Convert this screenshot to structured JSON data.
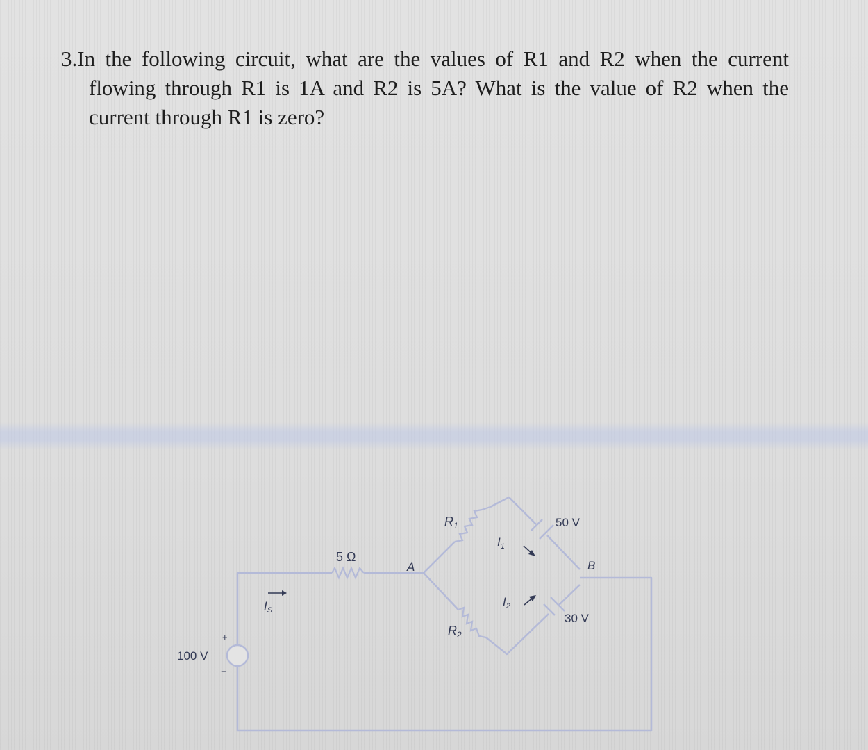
{
  "question": {
    "line1": "3.In the following circuit, what are the values of R1 and R2 when the current",
    "line2": "flowing through R1 is 1A and R2 is 5A? What is the value of R2 when the",
    "line3": "current through R1 is zero?"
  },
  "circuit": {
    "source_label": "100 V",
    "source_plus": "+",
    "source_minus": "−",
    "series_resistor_label": "5 Ω",
    "source_current_label": "I",
    "source_current_sub": "S",
    "node_a_label": "A",
    "node_b_label": "B",
    "r1_label": "R",
    "r1_sub": "1",
    "r2_label": "R",
    "r2_sub": "2",
    "battery_top_label": "50 V",
    "battery_bottom_label": "30 V",
    "i1_label": "I",
    "i1_sub": "1",
    "i2_label": "I",
    "i2_sub": "2",
    "colors": {
      "wire": "#b4bad8",
      "text": "#333a55"
    }
  }
}
